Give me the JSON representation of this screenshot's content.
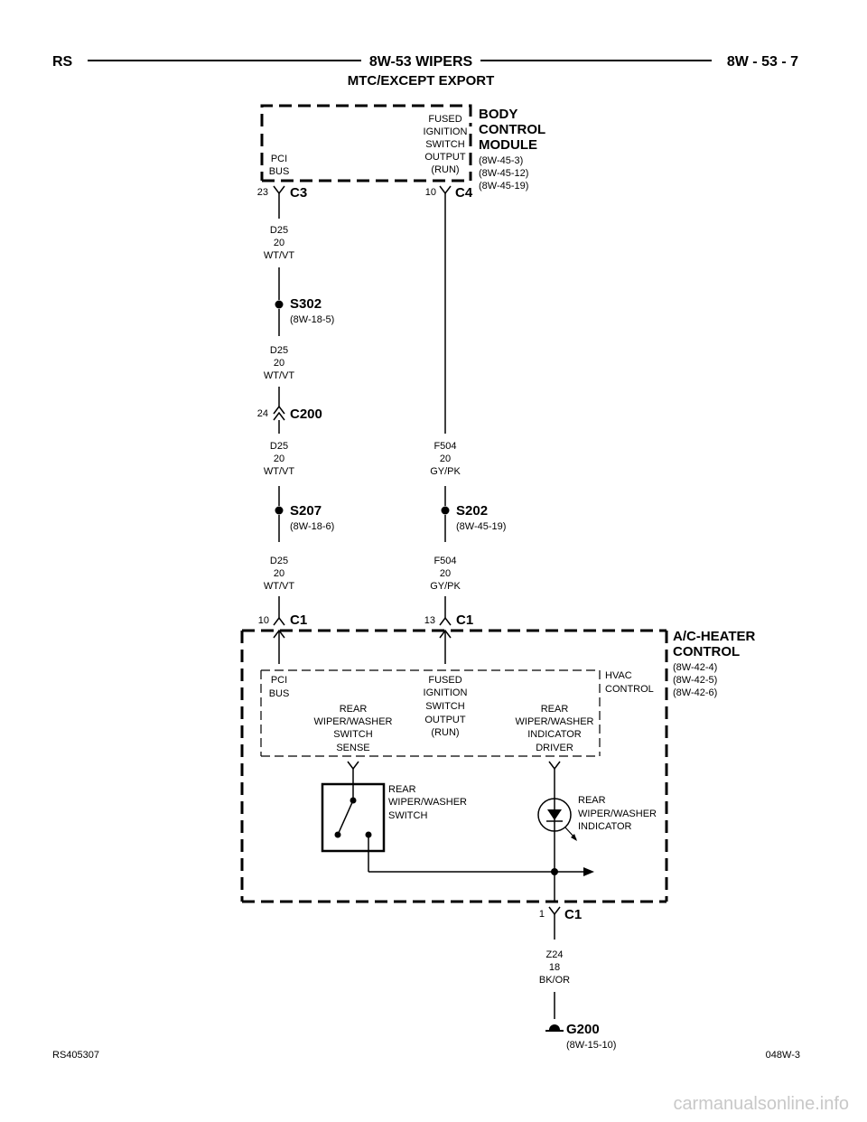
{
  "header": {
    "left": "RS",
    "center_line1": "8W-53 WIPERS",
    "center_line2": "MTC/EXCEPT EXPORT",
    "right": "8W - 53 - 7"
  },
  "bcm": {
    "title1": "BODY",
    "title2": "CONTROL",
    "title3": "MODULE",
    "refs": [
      "(8W-45-3)",
      "(8W-45-12)",
      "(8W-45-19)"
    ],
    "pci": [
      "PCI",
      "BUS"
    ],
    "fused": [
      "FUSED",
      "IGNITION",
      "SWITCH",
      "OUTPUT",
      "(RUN)"
    ],
    "pin_left": "23",
    "conn_left": "C3",
    "pin_right": "10",
    "conn_right": "C4"
  },
  "wires": {
    "d25": [
      "D25",
      "20",
      "WT/VT"
    ],
    "f504": [
      "F504",
      "20",
      "GY/PK"
    ],
    "z24": [
      "Z24",
      "18",
      "BK/OR"
    ]
  },
  "splices": {
    "s302": {
      "name": "S302",
      "ref": "(8W-18-5)"
    },
    "s207": {
      "name": "S207",
      "ref": "(8W-18-6)"
    },
    "s202": {
      "name": "S202",
      "ref": "(8W-45-19)"
    }
  },
  "c200": {
    "pin": "24",
    "name": "C200"
  },
  "achc": {
    "title1": "A/C-HEATER",
    "title2": "CONTROL",
    "refs": [
      "(8W-42-4)",
      "(8W-42-5)",
      "(8W-42-6)"
    ],
    "pin_left": "10",
    "conn_left": "C1",
    "pin_mid": "13",
    "conn_mid": "C1",
    "pin_bottom": "1",
    "conn_bottom": "C1",
    "hvac": [
      "HVAC",
      "CONTROL"
    ],
    "pci": [
      "PCI",
      "BUS"
    ],
    "fused": [
      "FUSED",
      "IGNITION",
      "SWITCH",
      "OUTPUT",
      "(RUN)"
    ],
    "sense": [
      "REAR",
      "WIPER/WASHER",
      "SWITCH",
      "SENSE"
    ],
    "driver": [
      "REAR",
      "WIPER/WASHER",
      "INDICATOR",
      "DRIVER"
    ],
    "switch_label": [
      "REAR",
      "WIPER/WASHER",
      "SWITCH"
    ],
    "indicator_label": [
      "REAR",
      "WIPER/WASHER",
      "INDICATOR"
    ]
  },
  "ground": {
    "name": "G200",
    "ref": "(8W-15-10)"
  },
  "footer": {
    "left": "RS405307",
    "right": "048W-3"
  },
  "watermark": "carmanualsonline.info"
}
